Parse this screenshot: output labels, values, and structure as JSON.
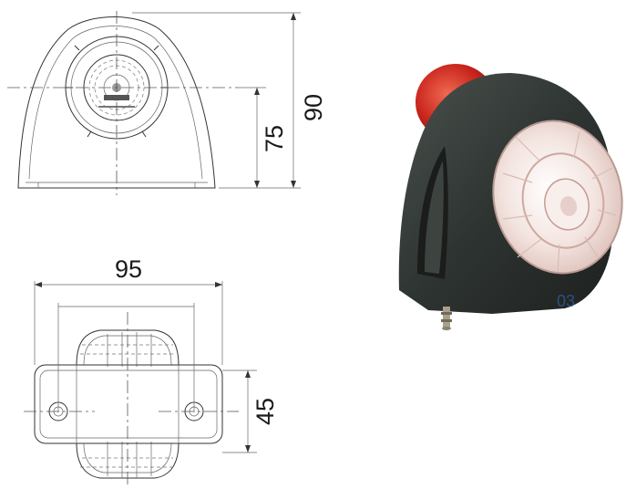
{
  "dimensions": {
    "overall_height": "90",
    "center_height": "75",
    "width": "95",
    "depth": "45"
  },
  "photo": {
    "reference": "03"
  },
  "colors": {
    "line": "#333333",
    "lens_red": "#c8231c",
    "lens_clear": "#f3e7e4",
    "body_rubber": "#2f3431",
    "reference_text": "#2b4f86"
  }
}
